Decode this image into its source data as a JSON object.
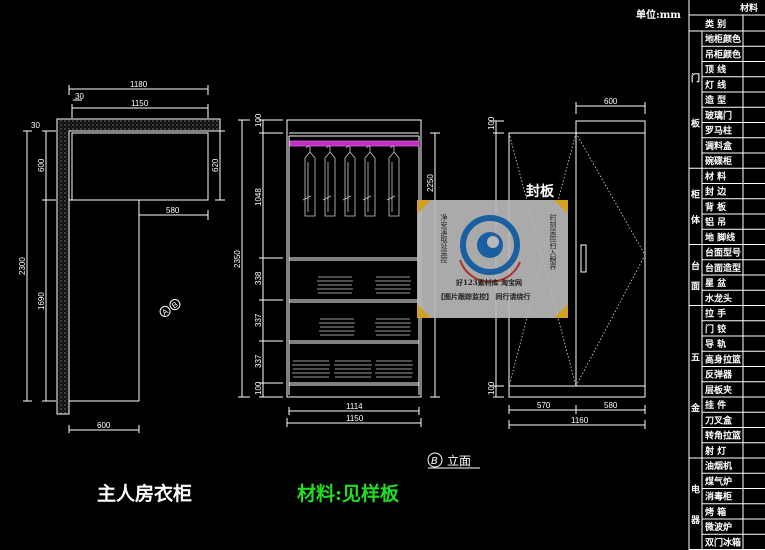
{
  "unit_label": "单位:mm",
  "table": {
    "title": "材料",
    "header": "类 别",
    "groups": [
      {
        "name": "门板",
        "items": [
          "地柜颜色",
          "吊柜颜色",
          "顶  线",
          "灯  线",
          "造  型",
          "玻璃门",
          "罗马柱",
          "调料盒",
          "碗碟柜"
        ]
      },
      {
        "name": "柜体",
        "items": [
          "材  料",
          "封  边",
          "背  板",
          "铝  吊",
          "地 脚线"
        ]
      },
      {
        "name": "台面",
        "items": [
          "台面型号",
          "台面造型",
          "星  盆",
          "水龙头"
        ]
      },
      {
        "name": "五金",
        "items": [
          "拉  手",
          "门  铰",
          "导  轨",
          "高身拉篮",
          "反弹器",
          "层板夹",
          "挂  件",
          "刀叉盒",
          "转角拉篮",
          "射  灯"
        ]
      },
      {
        "name": "电器",
        "items": [
          "油烟机",
          "煤气炉",
          "消毒柜",
          "烤  箱",
          "微波炉",
          "双门冰箱"
        ]
      }
    ]
  },
  "plan": {
    "dims": {
      "top_total": "1180",
      "top_offset": "30",
      "top_inner": "1150",
      "left_offset": "30",
      "height_total": "2300",
      "upper_depth": "600",
      "lower_length": "1690",
      "right_depth": "620",
      "lower_width_right": "580",
      "bottom_width": "600"
    },
    "view_markers": [
      "A",
      "B"
    ]
  },
  "front": {
    "dims": {
      "top": "100",
      "hanging": "1048",
      "shelf1": "338",
      "shelf2": "337",
      "shelf3": "337",
      "bottom": "100",
      "total_height": "2350",
      "inner_height": "2250",
      "inner_width": "1114",
      "total_width": "1150"
    },
    "rod_color": "#d040d0"
  },
  "side": {
    "dims": {
      "top_depth": "600",
      "top": "100",
      "bottom": "100",
      "left_width": "570",
      "right_width": "580",
      "total_width": "1160"
    },
    "label": "封板"
  },
  "watermark": {
    "line1": "好123素材库 淘宝网",
    "line2": "【图片跟踪监控】 同行请绕行",
    "side_left": "净安溪取证监控",
    "side_right": "时刻监控扫入眼界"
  },
  "view_label": {
    "marker": "B",
    "text": "立面"
  },
  "title": "主人房衣柜",
  "material": "材料:见样板"
}
